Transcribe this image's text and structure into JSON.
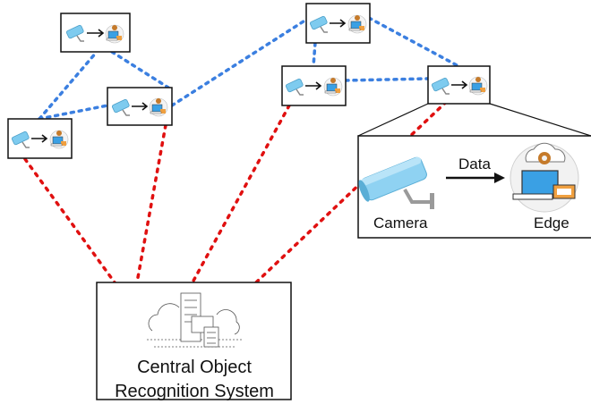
{
  "diagram": {
    "detail": {
      "arrow_label": "Data",
      "camera_label": "Camera",
      "edge_label": "Edge"
    },
    "central": {
      "title_line1": "Central Object",
      "title_line2": "Recognition System"
    },
    "colors": {
      "mesh_link": "#3b7fe0",
      "central_link": "#e01010",
      "camera_body": "#7ecbef",
      "edge_screen": "#3aa0e4",
      "edge_accent": "#f0a040",
      "gear": "#c57a2a"
    },
    "icons": [
      "camera-icon",
      "arrow-icon",
      "edge-server-icon",
      "cloud-server-icon"
    ],
    "node_count": 6
  }
}
